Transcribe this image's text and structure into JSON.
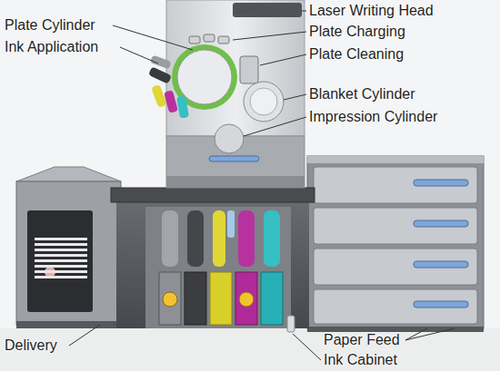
{
  "diagram": {
    "labels": [
      "Laser Writing Head",
      "Plate Cylinder",
      "Plate Charging",
      "Ink Application",
      "Plate Cleaning",
      "Blanket Cylinder",
      "Impression Cylinder",
      "Delivery",
      "Paper Feed",
      "Ink Cabinet"
    ]
  }
}
